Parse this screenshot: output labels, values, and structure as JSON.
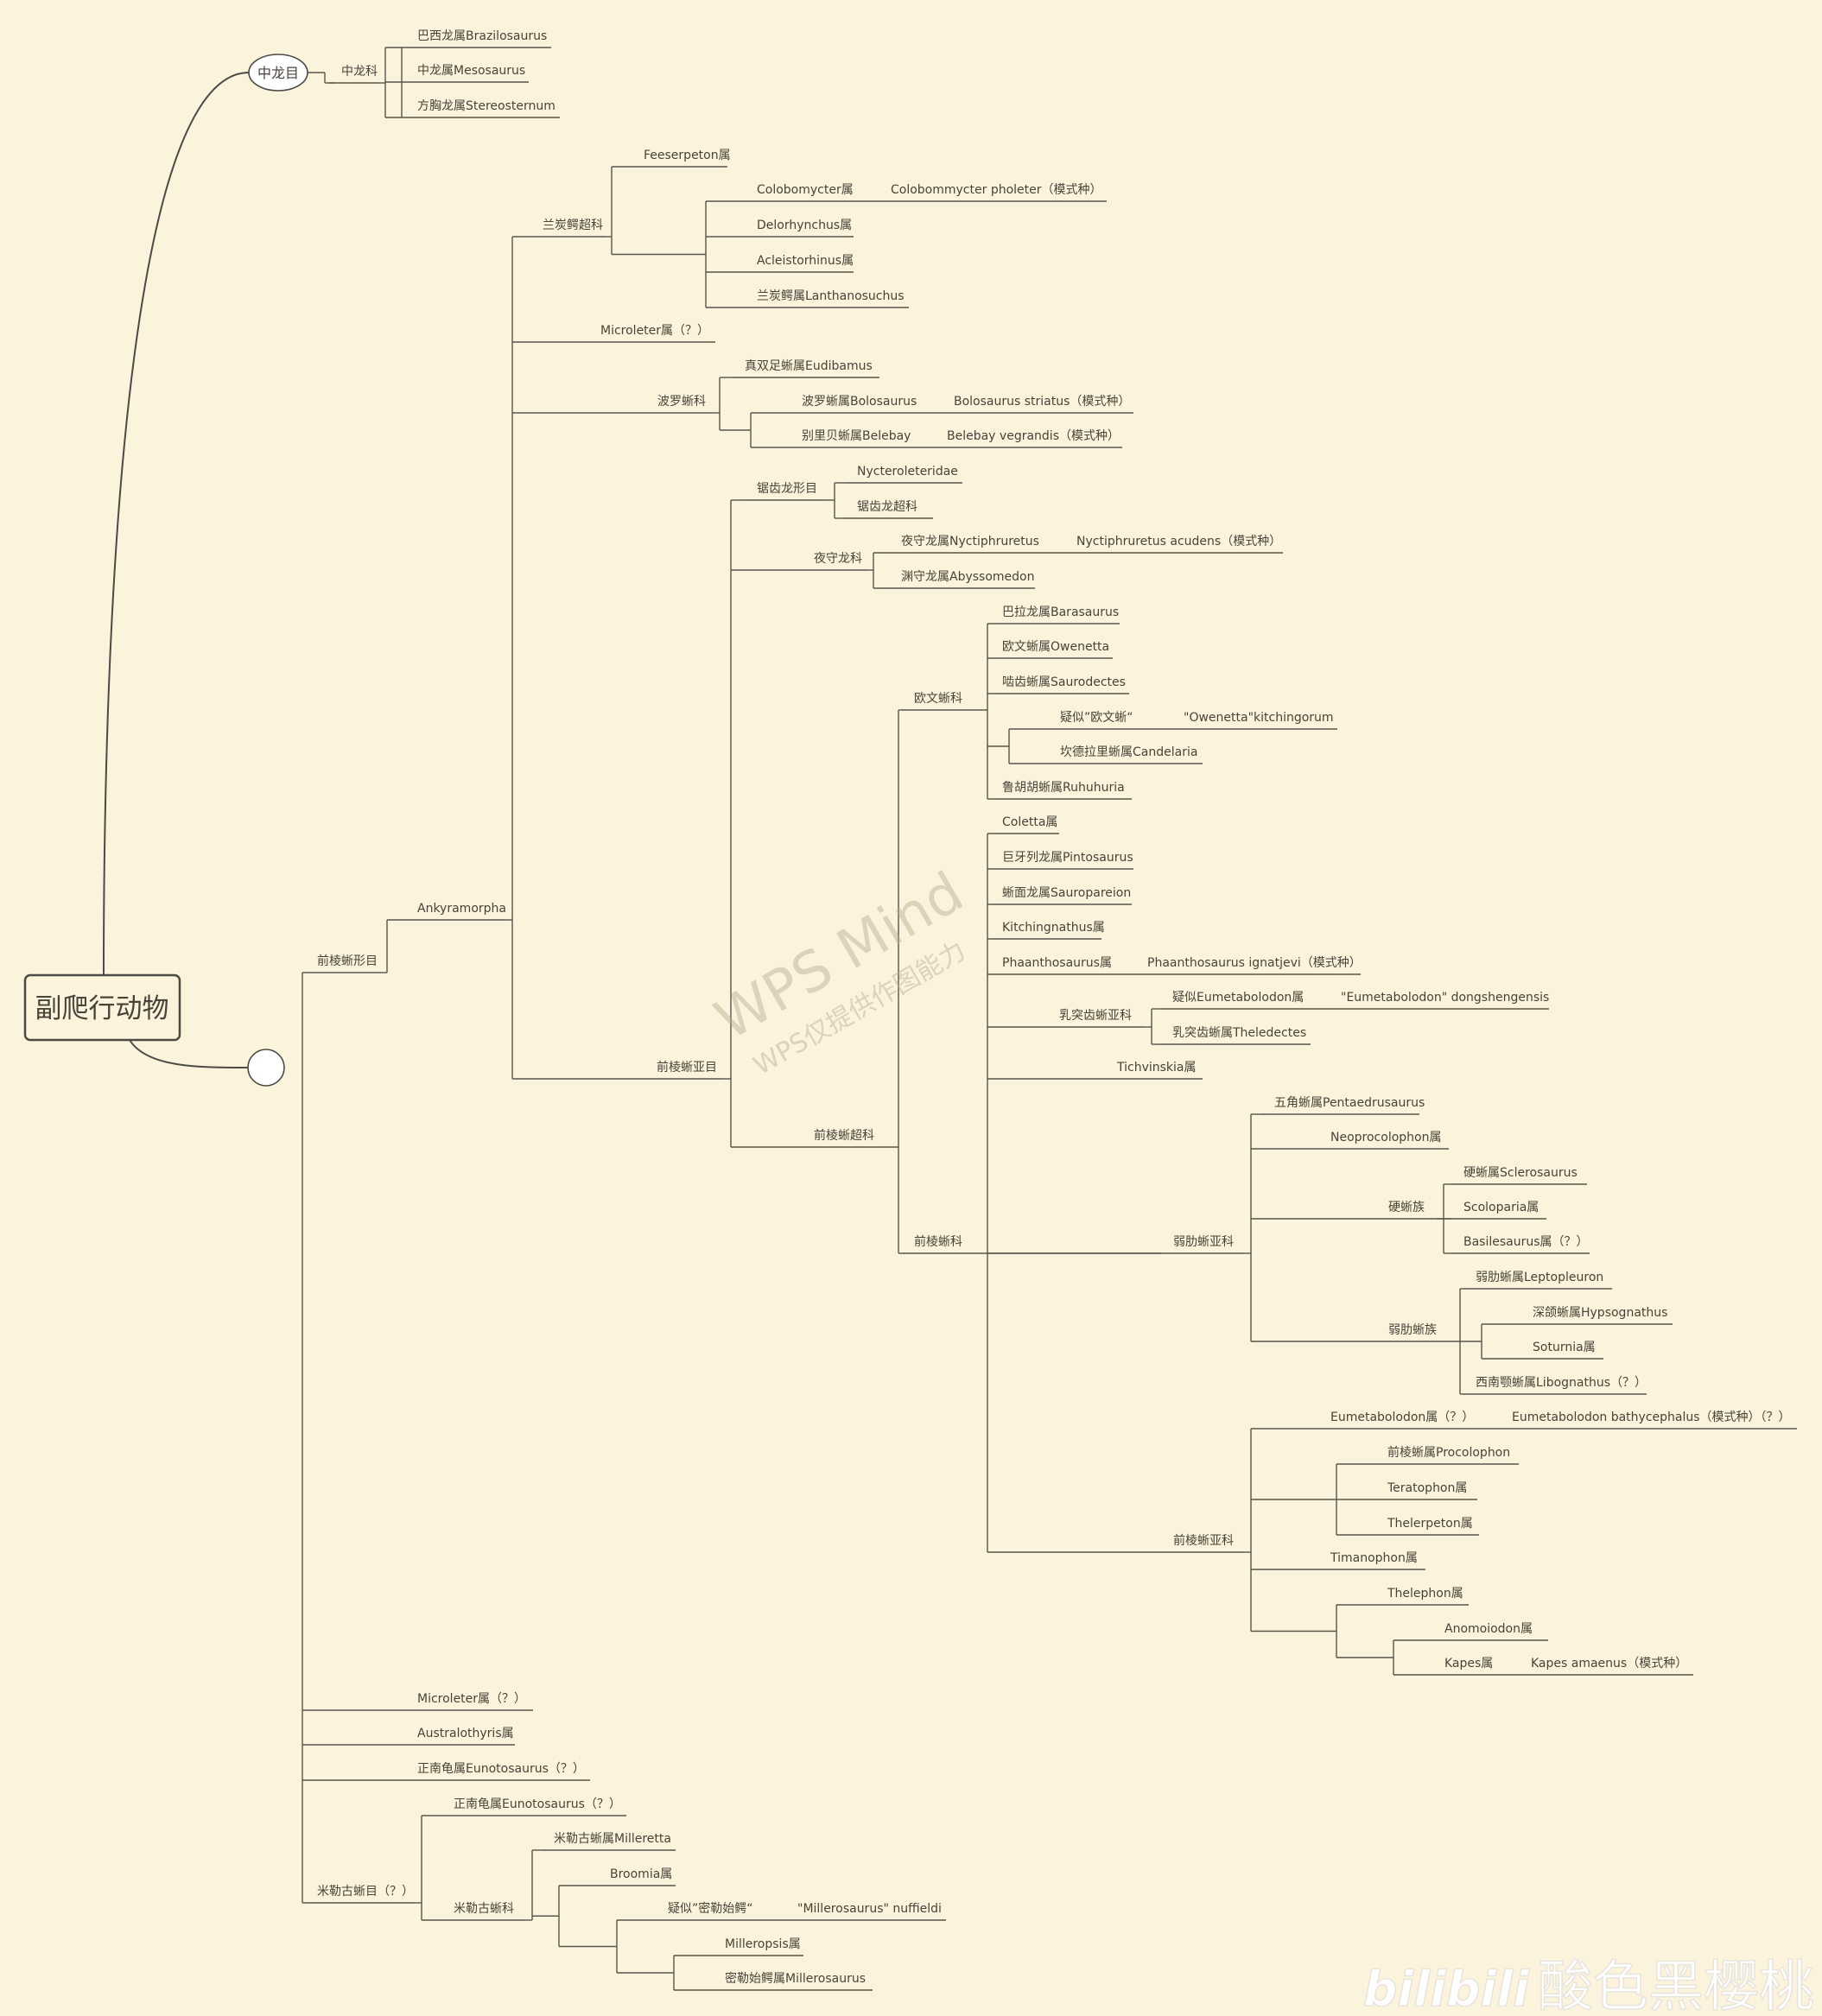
{
  "root": "副爬行动物",
  "bili_logo": "bilibili",
  "watermark": {
    "line1": "WPS Mind",
    "line2": "WPS仅提供作图能力"
  },
  "credit": "酸色黑樱桃",
  "nodes": [
    {
      "id": "mo",
      "text": "中龙目"
    },
    {
      "id": "mf",
      "text": "中龙科"
    },
    {
      "id": "braz",
      "text": "巴西龙属Brazilosaurus"
    },
    {
      "id": "meso",
      "text": "中龙属Mesosaurus"
    },
    {
      "id": "ster",
      "text": "方胸龙属Stereosternum"
    },
    {
      "id": "blank",
      "text": ""
    },
    {
      "id": "pro_form",
      "text": "前棱蜥形目"
    },
    {
      "id": "ank",
      "text": "Ankyramorpha"
    },
    {
      "id": "lan_super",
      "text": "兰炭鳄超科"
    },
    {
      "id": "fees",
      "text": "Feeserpeton属"
    },
    {
      "id": "colo",
      "text": "Colobomycter属"
    },
    {
      "id": "colo_sp",
      "text": "Colobommycter pholeter（模式种）"
    },
    {
      "id": "delo",
      "text": "Delorhynchus属"
    },
    {
      "id": "acle",
      "text": "Acleistorhinus属"
    },
    {
      "id": "lant",
      "text": "兰炭鳄属Lanthanosuchus"
    },
    {
      "id": "micro1",
      "text": "Microleter属（？）"
    },
    {
      "id": "bolo_f",
      "text": "波罗蜥科"
    },
    {
      "id": "eudi",
      "text": "真双足蜥属Eudibamus"
    },
    {
      "id": "bolo",
      "text": "波罗蜥属Bolosaurus"
    },
    {
      "id": "bolo_sp",
      "text": "Bolosaurus striatus（模式种）"
    },
    {
      "id": "bele",
      "text": "别里贝蜥属Belebay"
    },
    {
      "id": "bele_sp",
      "text": "Belebay vegrandis（模式种）"
    },
    {
      "id": "pro_sub",
      "text": "前棱蜥亚目"
    },
    {
      "id": "juchi",
      "text": "锯齿龙形目"
    },
    {
      "id": "nycte",
      "text": "Nycteroleteridae"
    },
    {
      "id": "juchi_s",
      "text": "锯齿龙超科"
    },
    {
      "id": "yeshou",
      "text": "夜守龙科"
    },
    {
      "id": "nyct",
      "text": "夜守龙属Nyctiphruretus"
    },
    {
      "id": "nyct_sp",
      "text": "Nyctiphruretus acudens（模式种）"
    },
    {
      "id": "abys",
      "text": "渊守龙属Abyssomedon"
    },
    {
      "id": "pro_super",
      "text": "前棱蜥超科"
    },
    {
      "id": "owen_f",
      "text": "欧文蜥科"
    },
    {
      "id": "bara",
      "text": "巴拉龙属Barasaurus"
    },
    {
      "id": "owen",
      "text": "欧文蜥属Owenetta"
    },
    {
      "id": "saur",
      "text": "啮齿蜥属Saurodectes"
    },
    {
      "id": "yisi",
      "text": "疑似”欧文蜥“"
    },
    {
      "id": "kitch_sp",
      "text": "\"Owenetta\"kitchingorum"
    },
    {
      "id": "cand",
      "text": "坎德拉里蜥属Candelaria"
    },
    {
      "id": "ruhu",
      "text": "鲁胡胡蜥属Ruhuhuria"
    },
    {
      "id": "pro_f",
      "text": "前棱蜥科"
    },
    {
      "id": "cole",
      "text": "Coletta属"
    },
    {
      "id": "pint",
      "text": "巨牙列龙属Pintosaurus"
    },
    {
      "id": "saurop",
      "text": "蜥面龙属Sauropareion"
    },
    {
      "id": "kitch",
      "text": "Kitchingnathus属"
    },
    {
      "id": "phaa",
      "text": "Phaanthosaurus属"
    },
    {
      "id": "phaa_sp",
      "text": "Phaanthosaurus ignatjevi（模式种）"
    },
    {
      "id": "rutu",
      "text": "乳突齿蜥亚科"
    },
    {
      "id": "yisi_eum",
      "text": "疑似Eumetabolodon属"
    },
    {
      "id": "eum_dong",
      "text": "\"Eumetabolodon\" dongshengensis"
    },
    {
      "id": "thel",
      "text": "乳突齿蜥属Theledectes"
    },
    {
      "id": "tich",
      "text": "Tichvinskia属"
    },
    {
      "id": "ruolei",
      "text": "弱肋蜥亚科"
    },
    {
      "id": "penta",
      "text": "五角蜥属Pentaedrusaurus"
    },
    {
      "id": "neop",
      "text": "Neoprocolophon属"
    },
    {
      "id": "ying",
      "text": "硬蜥族"
    },
    {
      "id": "scle",
      "text": "硬蜥属Sclerosaurus"
    },
    {
      "id": "scol",
      "text": "Scoloparia属"
    },
    {
      "id": "basi",
      "text": "Basilesaurus属（？）"
    },
    {
      "id": "ruolei_z",
      "text": "弱肋蜥族"
    },
    {
      "id": "lept",
      "text": "弱肋蜥属Leptopleuron"
    },
    {
      "id": "hyps",
      "text": "深颌蜥属Hypsognathus"
    },
    {
      "id": "sotu",
      "text": "Soturnia属"
    },
    {
      "id": "libo",
      "text": "西南颚蜥属Libognathus（？）"
    },
    {
      "id": "pro_subf",
      "text": "前棱蜥亚科"
    },
    {
      "id": "eume",
      "text": "Eumetabolodon属（？）"
    },
    {
      "id": "eume_sp",
      "text": "Eumetabolodon bathycephalus（模式种）（？）"
    },
    {
      "id": "proc",
      "text": "前棱蜥属Procolophon"
    },
    {
      "id": "tera",
      "text": "Teratophon属"
    },
    {
      "id": "therp",
      "text": "Thelerpeton属"
    },
    {
      "id": "tima",
      "text": "Timanophon属"
    },
    {
      "id": "thelep",
      "text": "Thelephon属"
    },
    {
      "id": "anom",
      "text": "Anomoiodon属"
    },
    {
      "id": "kape",
      "text": "Kapes属"
    },
    {
      "id": "kape_sp",
      "text": "Kapes amaenus（模式种）"
    },
    {
      "id": "micro2",
      "text": "Microleter属（？）"
    },
    {
      "id": "austr",
      "text": "Australothyris属"
    },
    {
      "id": "euno1",
      "text": "正南龟属Eunotosaurus（？）"
    },
    {
      "id": "mil_o",
      "text": "米勒古蜥目（？）"
    },
    {
      "id": "euno2",
      "text": "正南龟属Eunotosaurus（？）"
    },
    {
      "id": "mil_f",
      "text": "米勒古蜥科"
    },
    {
      "id": "mill",
      "text": "米勒古蜥属Milleretta"
    },
    {
      "id": "broo",
      "text": "Broomia属"
    },
    {
      "id": "yisi_m",
      "text": "疑似”密勒始鳄“"
    },
    {
      "id": "mil_nuf",
      "text": "\"Millerosaurus\" nuffieldi"
    },
    {
      "id": "milp",
      "text": "Milleropsis属"
    },
    {
      "id": "mils",
      "text": "密勒始鳄属Millerosaurus"
    }
  ]
}
